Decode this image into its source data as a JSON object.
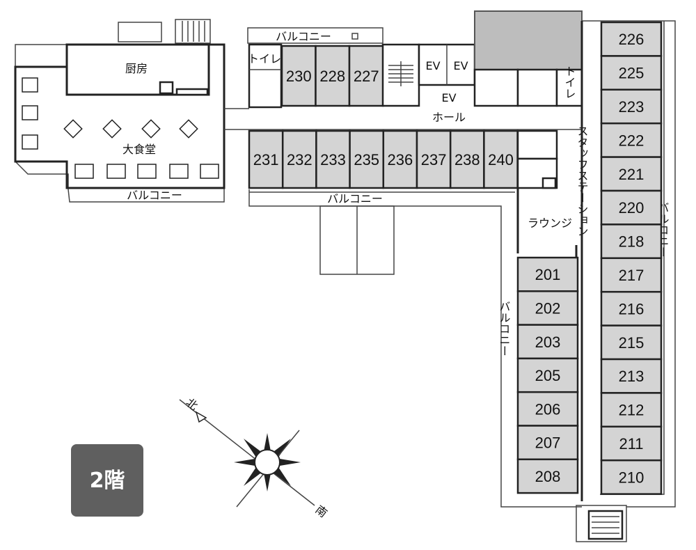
{
  "floor_label": "2階",
  "labels": {
    "kitchen": "厨房",
    "dining": "大食堂",
    "balcony": "バルコニー",
    "toilet": "トイレ",
    "ev": "EV",
    "hall": "ホール",
    "staff_station": "スタッフステーション",
    "lounge": "ラウンジ",
    "compass_north": "北",
    "compass_south": "南"
  },
  "rooms": {
    "top_row": [
      "230",
      "228",
      "227"
    ],
    "middle_row": [
      "231",
      "232",
      "233",
      "235",
      "236",
      "237",
      "238",
      "240"
    ],
    "left_column": [
      "201",
      "202",
      "203",
      "205",
      "206",
      "207",
      "208"
    ],
    "right_column": [
      "226",
      "225",
      "223",
      "222",
      "221",
      "220",
      "218",
      "217",
      "216",
      "215",
      "213",
      "212",
      "211",
      "210"
    ]
  }
}
